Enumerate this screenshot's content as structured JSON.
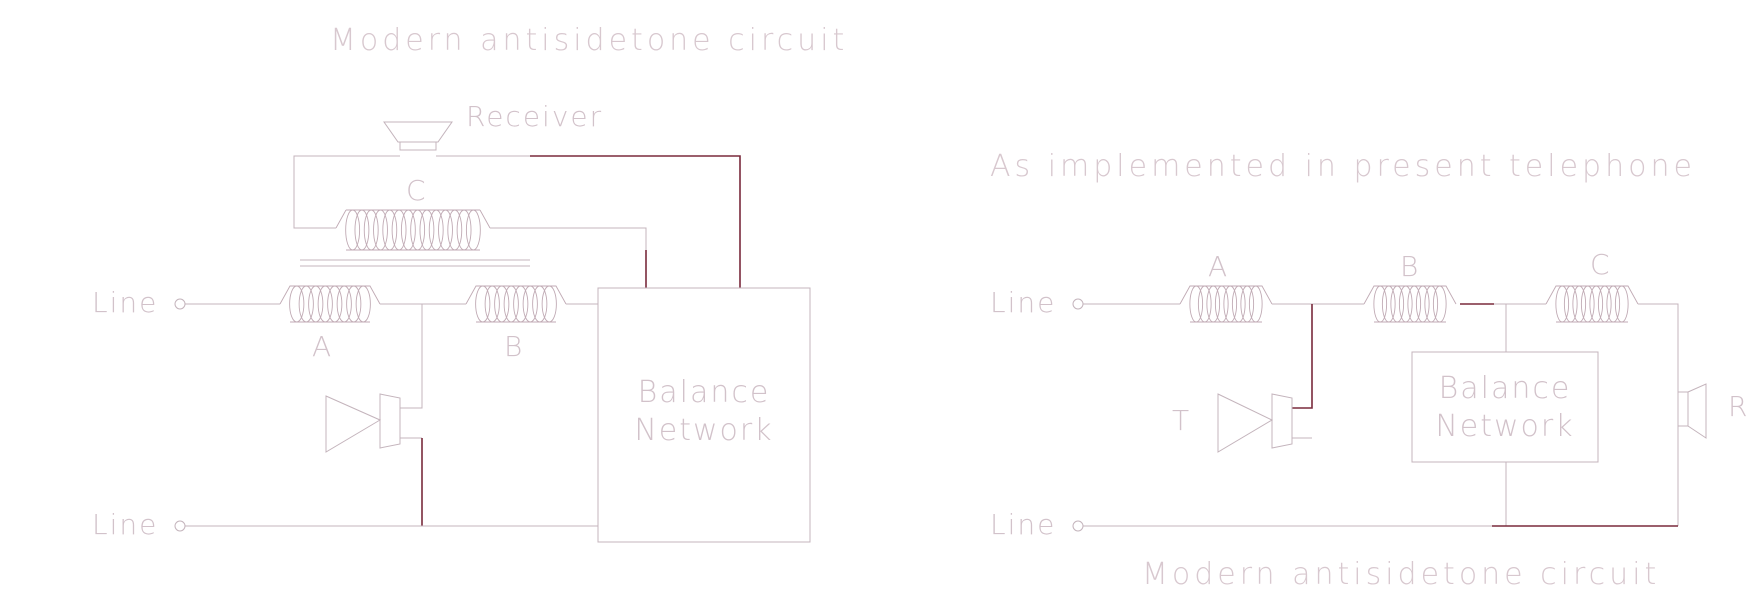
{
  "left": {
    "title": "Modern antisidetone circuit",
    "receiver_label": "Receiver",
    "coil_c": "C",
    "coil_a": "A",
    "coil_b": "B",
    "line_top": "Line",
    "line_bottom": "Line",
    "balance_line1": "Balance",
    "balance_line2": "Network"
  },
  "right": {
    "subtitle": "As implemented in present telephone",
    "coil_a": "A",
    "coil_b": "B",
    "coil_c": "C",
    "transmitter_label": "T",
    "receiver_label": "R",
    "line_top": "Line",
    "line_bottom": "Line",
    "balance_line1": "Balance",
    "balance_line2": "Network",
    "caption": "Modern antisidetone circuit"
  }
}
